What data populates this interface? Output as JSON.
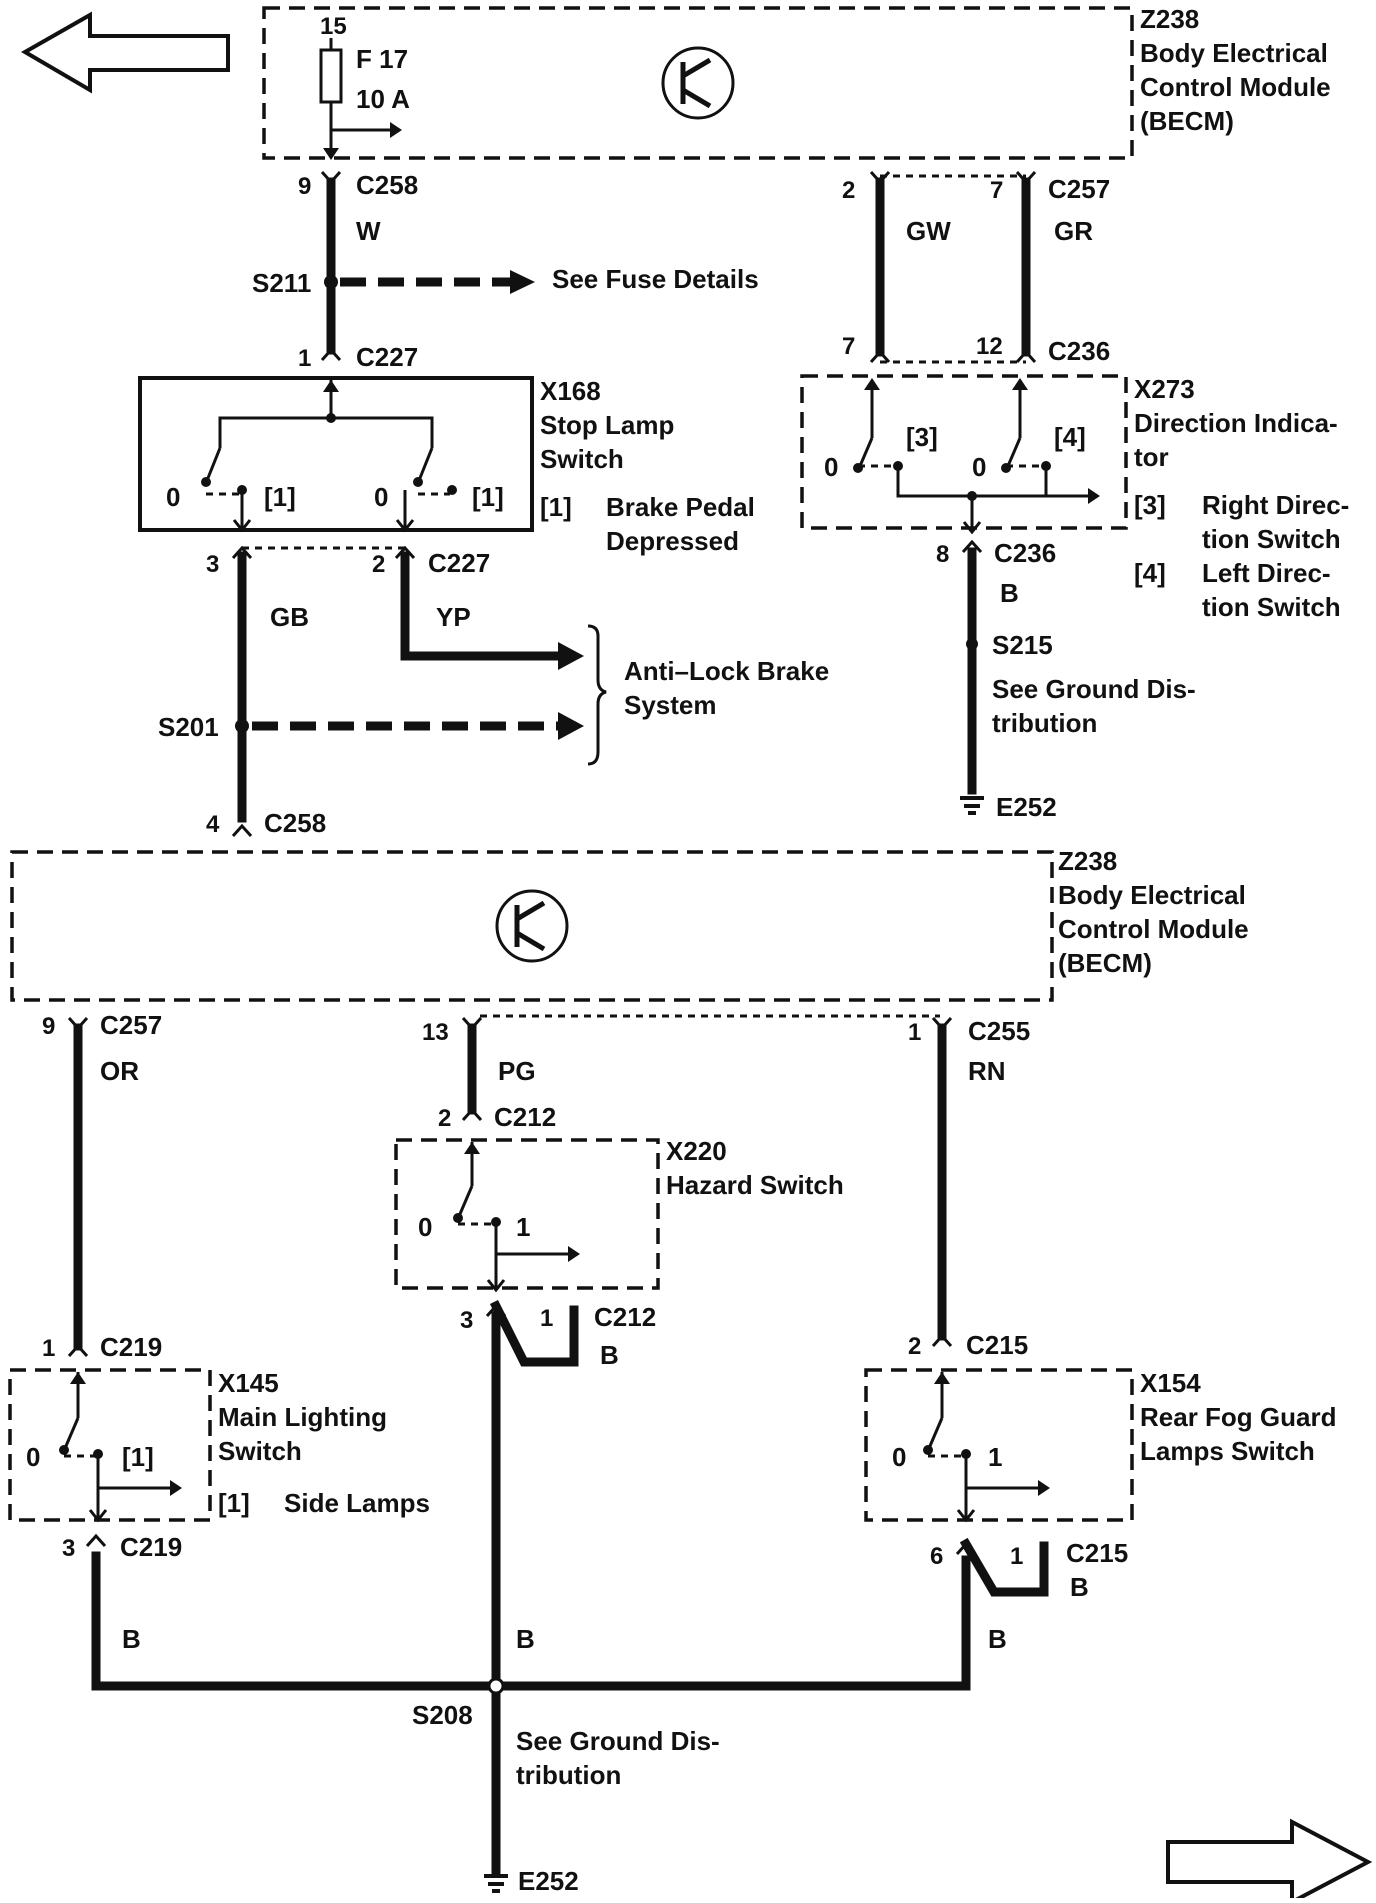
{
  "becm_top": {
    "id": "Z238",
    "line1": "Body Electrical",
    "line2": "Control Module",
    "line3": "(BECM)"
  },
  "becm_bottom": {
    "id": "Z238",
    "line1": "Body Electrical",
    "line2": "Control Module",
    "line3": "(BECM)"
  },
  "fuse": {
    "rail": "15",
    "name": "F 17",
    "rating": "10 A"
  },
  "top_left_wire": {
    "pin": "9",
    "connector": "C258",
    "color": "W",
    "splice": "S211",
    "note": "See Fuse Details",
    "pin_bottom": "1",
    "connector_bottom": "C227"
  },
  "stop_lamp": {
    "id": "X168",
    "line1": "Stop Lamp",
    "line2": "Switch",
    "pos0a": "0",
    "pos1a": "[1]",
    "pos0b": "0",
    "pos1b": "[1]",
    "legend_key": "[1]",
    "legend_line1": "Brake Pedal",
    "legend_line2": "Depressed"
  },
  "stop_out": {
    "pin_left": "3",
    "pin_right": "2",
    "connector": "C227",
    "color_left": "GB",
    "color_right": "YP",
    "splice": "S201",
    "abs_line1": "Anti–Lock Brake",
    "abs_line2": "System",
    "pin_bottom": "4",
    "connector_bottom": "C258"
  },
  "direction_wires": {
    "pin_a": "2",
    "pin_b": "7",
    "connector": "C257",
    "color_a": "GW",
    "color_b": "GR",
    "pin_c": "7",
    "pin_d": "12",
    "connector_bottom": "C236"
  },
  "direction": {
    "id": "X273",
    "line1": "Direction Indica-",
    "line2": "tor",
    "pos0a": "0",
    "pos3": "[3]",
    "pos0b": "0",
    "pos4": "[4]",
    "key3": "[3]",
    "legend3_line1": "Right Direc-",
    "legend3_line2": "tion Switch",
    "key4": "[4]",
    "legend4_line1": "Left Direc-",
    "legend4_line2": "tion Switch"
  },
  "direction_ground": {
    "pin": "8",
    "connector": "C236",
    "color": "B",
    "splice": "S215",
    "note_line1": "See Ground Dis-",
    "note_line2": "tribution",
    "ground": "E252"
  },
  "left_wire": {
    "pin": "9",
    "connector": "C257",
    "color": "OR",
    "pin_bottom": "1",
    "connector_bottom": "C219"
  },
  "mid_wire": {
    "pin": "13",
    "color": "PG",
    "pin_bottom": "2",
    "connector_bottom": "C212"
  },
  "right_wire": {
    "pin": "1",
    "connector": "C255",
    "color": "RN",
    "pin_bottom": "2",
    "connector_bottom": "C215"
  },
  "hazard": {
    "id": "X220",
    "line1": "Hazard Switch",
    "pos0": "0",
    "pos1": "1",
    "out_pin": "3",
    "out_pin2": "1",
    "connector": "C212",
    "color": "B"
  },
  "main_lighting": {
    "id": "X145",
    "line1": "Main Lighting",
    "line2": "Switch",
    "pos0": "0",
    "pos1": "[1]",
    "legend_key": "[1]",
    "legend": "Side Lamps",
    "out_pin": "3",
    "connector": "C219"
  },
  "rear_fog": {
    "id": "X154",
    "line1": "Rear Fog Guard",
    "line2": "Lamps Switch",
    "pos0": "0",
    "pos1": "1",
    "out_pin": "6",
    "out_pin2": "1",
    "connector": "C215",
    "color": "B"
  },
  "ground_bus": {
    "color_left": "B",
    "color_mid": "B",
    "color_right": "B",
    "splice": "S208",
    "note_line1": "See Ground Dis-",
    "note_line2": "tribution",
    "ground": "E252"
  }
}
